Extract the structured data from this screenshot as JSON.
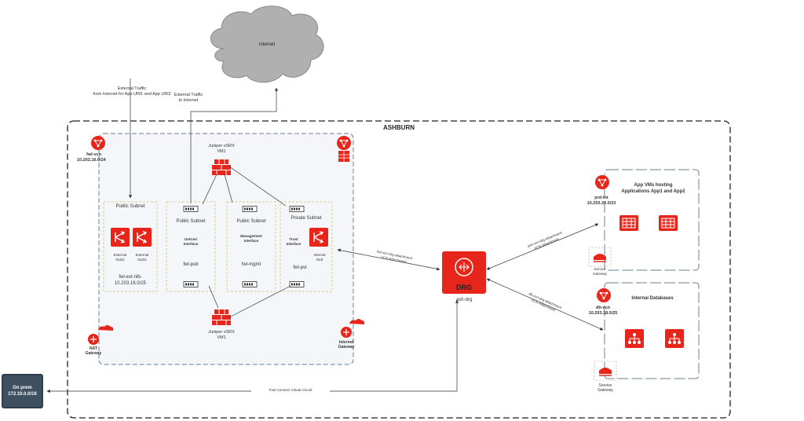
{
  "colors": {
    "brand_red": "#e8251b",
    "region_border": "#222222",
    "vcn_border": "#6a7f92",
    "subnet_border": "#c8c86e",
    "cloud_fill": "#b0b0b0",
    "onprem_fill": "#2f3f4f"
  },
  "cloud": {
    "label": "Internet"
  },
  "region": {
    "title": "ASHBURN"
  },
  "external_traffic_in": {
    "line1": "External Traffic",
    "line2": "from Internet for App URl1 and App URl2"
  },
  "external_traffic_out": {
    "line1": "External Traffic",
    "line2": "to Internet"
  },
  "fwl_vcn": {
    "name": "fwl-vcn",
    "cidr": "10.203.16.0/24"
  },
  "vm1_top": {
    "line1": "Juniper vSRX",
    "line2": "VM1"
  },
  "vm1_bottom": {
    "line1": "Juniper vSRX",
    "line2": "VM1"
  },
  "subnet_public_lb": {
    "title": "Public Subnet",
    "nlb1_l1": "External",
    "nlb1_l2": "NLB1",
    "nlb2_l1": "External",
    "nlb2_l2": "NLB2",
    "name": "fwl-ext-nlb-",
    "cidr": "10.203.16.0/25"
  },
  "subnet_untrust": {
    "title": "Public Subnet",
    "iface_l1": "Untrust",
    "iface_l2": "Interface",
    "name": "fwl-pub"
  },
  "subnet_mgmt": {
    "title": "Public Subnet",
    "iface_l1": "Management",
    "iface_l2": "Interface",
    "name": "fwl-mgmt"
  },
  "subnet_private": {
    "title": "Private Subnet",
    "iface_l1": "Trust",
    "iface_l2": "Interface",
    "nlb_l1": "Internal",
    "nlb_l2": "NLB",
    "name": "fwl-pvt"
  },
  "nat_gateway": {
    "line1": "NAT",
    "line2": "Gateway"
  },
  "internet_gateway": {
    "line1": "Internet",
    "line2": "Gateway"
  },
  "drg": {
    "label": "DRG",
    "name": "ash-drg"
  },
  "fwl_attachment": {
    "line1": "fwl-vcn-drg-attachment",
    "line2": "VCN Attachment"
  },
  "prd_attachment": {
    "line1": "prd-vcn-drg-attachment",
    "line2": "VCN Attachment"
  },
  "db_attachment": {
    "line1": "db-vcn-drg-attachment",
    "line2": "VCN Attachment"
  },
  "prd_vcn": {
    "title_l1": "App VMs hosting",
    "title_l2": "Applications App1 and App2",
    "name": "prd-int",
    "cidr": "10.203.20.0/23"
  },
  "db_vcn": {
    "title": "Internal Databases",
    "name": "db-vcn",
    "cidr": "10.203.18.0/25"
  },
  "service_gw_prd": {
    "line1": "Service",
    "line2": "Gateway"
  },
  "service_gw_db": {
    "line1": "Service",
    "line2": "Gateway"
  },
  "fastconnect": {
    "label": "Fast Connect Virtual Circuit"
  },
  "onprem": {
    "line1": "On prem",
    "line2": "172.10.0.0/16"
  },
  "icons": {
    "vcn": "vcn-icon",
    "firewall": "firewall-icon",
    "nlb": "load-balancer-icon",
    "server": "server-icon",
    "drg": "router-icon",
    "gateway": "gateway-icon",
    "vm": "virtual-machine-icon",
    "database": "database-icon"
  }
}
